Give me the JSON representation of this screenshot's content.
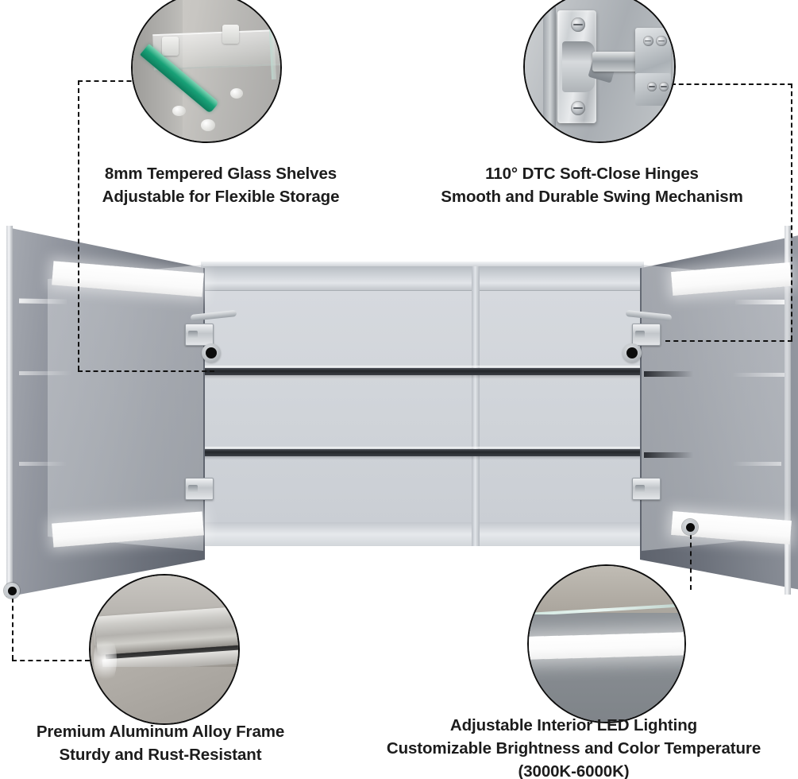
{
  "document": {
    "title": "Bathroom Medicine Cabinet Feature Infographic",
    "background_color": "#ffffff",
    "text_color": "#1c1c1c",
    "dash_color": "#111111"
  },
  "callouts": [
    {
      "id": "tempered-glass-shelves",
      "position": "top-left",
      "inset_icon": "glass-shelf-photo",
      "lines": [
        "8mm Tempered Glass Shelves",
        "Adjustable for Flexible Storage"
      ]
    },
    {
      "id": "soft-close-hinges",
      "position": "top-right",
      "inset_icon": "soft-close-hinge-photo",
      "lines": [
        "110° DTC Soft-Close Hinges",
        "Smooth and Durable Swing Mechanism"
      ]
    },
    {
      "id": "aluminum-alloy-frame",
      "position": "bottom-left",
      "inset_icon": "aluminum-frame-photo",
      "lines": [
        "Premium Aluminum Alloy Frame",
        "Sturdy and Rust-Resistant"
      ]
    },
    {
      "id": "interior-led-lighting",
      "position": "bottom-right",
      "inset_icon": "led-strip-photo",
      "lines": [
        "Adjustable Interior LED Lighting",
        "Customizable Brightness and Color Temperature",
        "(3000K-6000K)"
      ]
    }
  ],
  "product": {
    "name": "surface-mount-medicine-cabinet",
    "doors": [
      "left-mirror-door",
      "right-mirror-door"
    ],
    "interior": {
      "shelf_count": 2,
      "divider": "center-vertical-divider",
      "led_strip_count": 4
    },
    "colors": {
      "mirror_light": "#a7abb2",
      "mirror_dark": "#5d626c",
      "interior": "#d2d6db",
      "shelf_edge": "#24272b",
      "led": "#ffffff",
      "frame": "#b5b9bf"
    }
  }
}
